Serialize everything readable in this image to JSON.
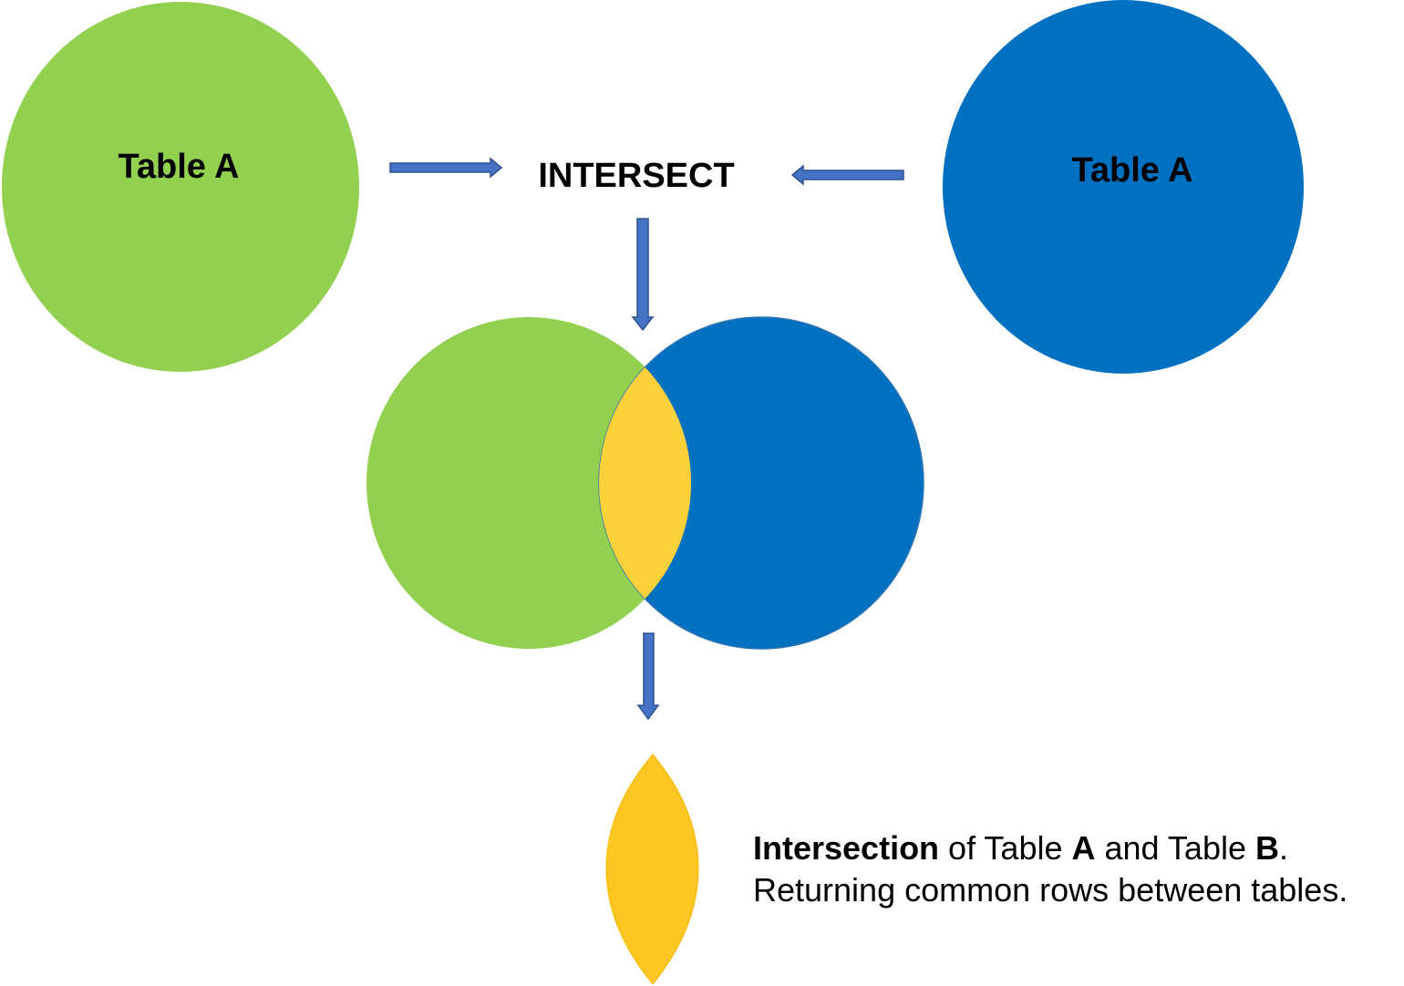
{
  "colors": {
    "green": "#92d050",
    "blue": "#0070c0",
    "overlap": "#fdd13a",
    "result": "#fdc622",
    "arrow_fill": "#4472c4",
    "arrow_stroke": "#2f528f"
  },
  "labels": {
    "left_table": "Table A",
    "right_table": "Table A",
    "operation": "INTERSECT"
  },
  "caption": {
    "line1_bold": "Intersection",
    "line1_mid": " of Table ",
    "line1_a": "A",
    "line1_and": " and Table ",
    "line1_b": "B",
    "line1_end": ".",
    "line2": "Returning common rows between tables."
  }
}
